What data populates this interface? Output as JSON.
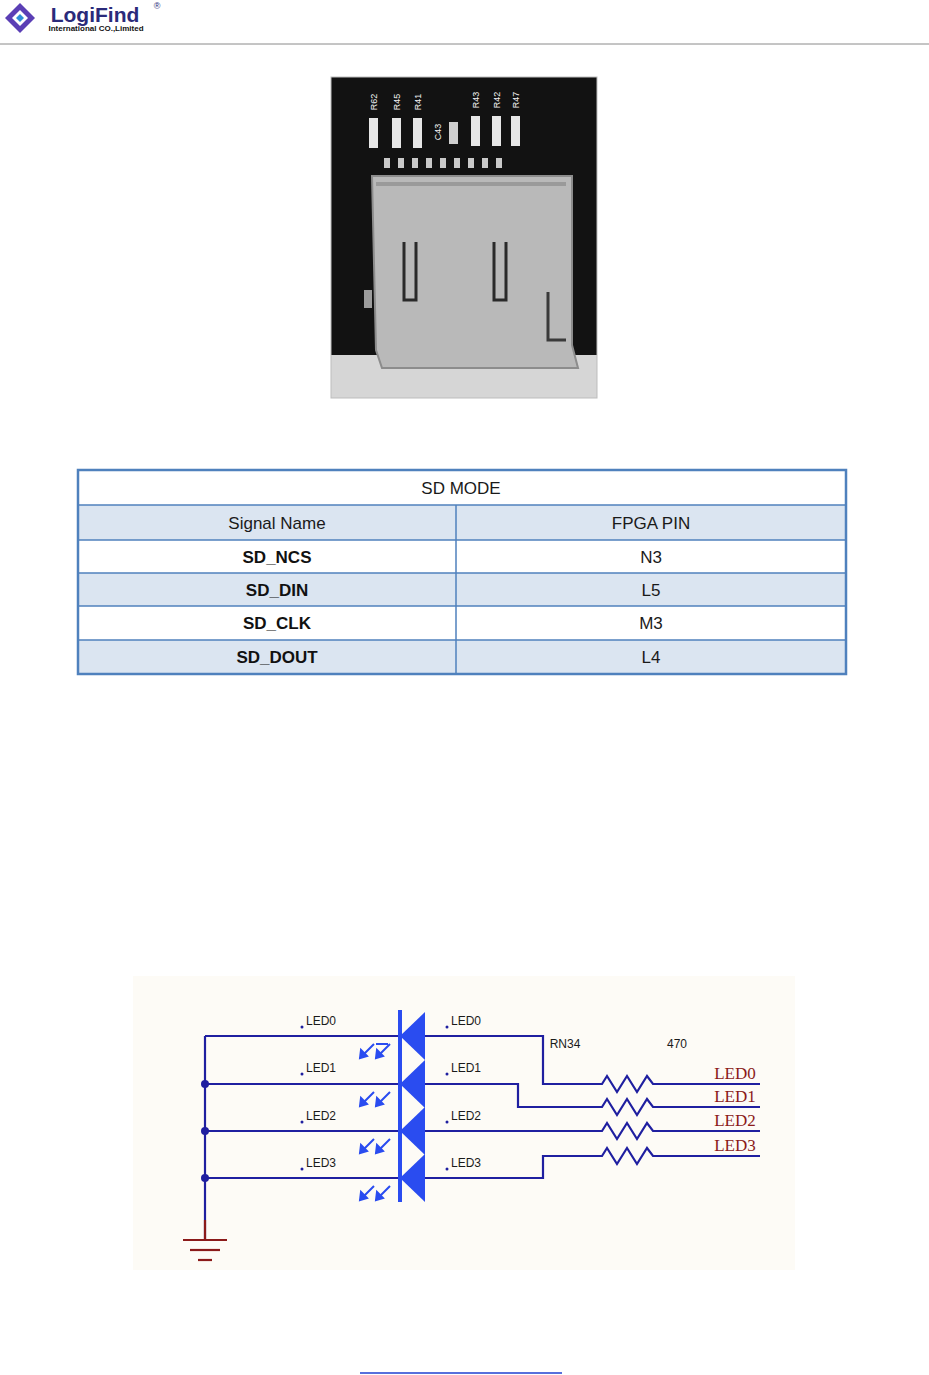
{
  "diagram": {
    "labels": [
      "LogiFind",
      "®",
      "International CO.,Limited",
      "R62",
      "R45",
      "R41",
      "C43",
      "R43",
      "R42",
      "R47",
      "SD MODE",
      "Signal Name",
      "FPGA PIN",
      "SD_NCS",
      "N3",
      "SD_DIN",
      "L5",
      "SD_CLK",
      "M3",
      "SD_DOUT",
      "L4",
      "LED0",
      "LED0",
      "RN34",
      "470",
      "LED0",
      "LED1",
      "LED1",
      "LED1",
      "LED2",
      "LED2",
      "LED2",
      "LED3",
      "LED3",
      "LED3"
    ]
  }
}
